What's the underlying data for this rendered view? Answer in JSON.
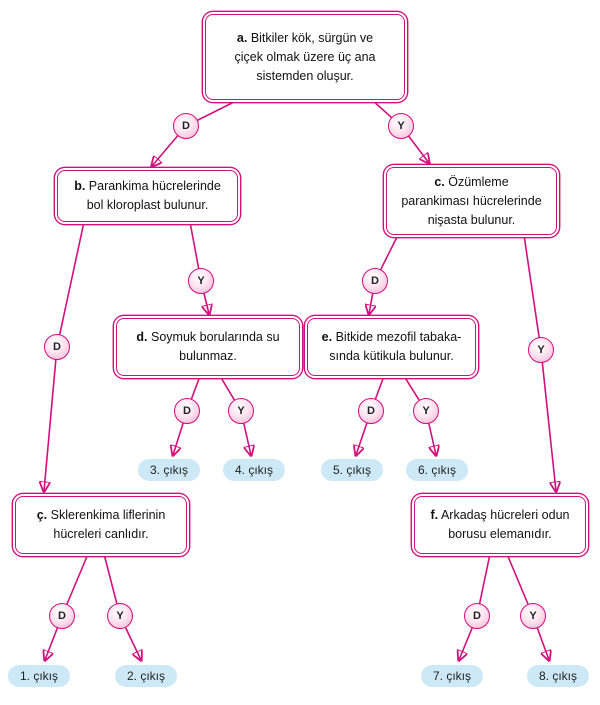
{
  "figure": {
    "type": "decision-tree",
    "background": "#ffffff"
  },
  "colors": {
    "accent": "#d2107c",
    "circle_fill": "#f4aed0",
    "exit_bg": "#cde9f7",
    "text": "#111111"
  },
  "branch_labels": {
    "D": "D",
    "Y": "Y"
  },
  "nodes": {
    "a": {
      "prefix": "a.",
      "text": "Bitkiler kök, sürgün ve\nçiçek olmak üzere üç ana\nsistemden oluşur."
    },
    "b": {
      "prefix": "b.",
      "text": "Parankima hücrelerinde\nbol kloroplast bulunur."
    },
    "c": {
      "prefix": "c.",
      "text": "Özümleme\nparankiması hücrelerinde\nnişasta bulunur."
    },
    "d": {
      "prefix": "d.",
      "text": "Soymuk borularında su\nbulunmaz."
    },
    "e": {
      "prefix": "e.",
      "text": "Bitkide mezofil tabaka-\nsında kütikula bulunur."
    },
    "cc": {
      "prefix": "ç.",
      "text": "Sklerenkima liflerinin\nhücreleri canlıdır."
    },
    "f": {
      "prefix": "f.",
      "text": "Arkadaş hücreleri odun\nborusu elemanıdır."
    }
  },
  "exits": [
    "1. çıkış",
    "2. çıkış",
    "3. çıkış",
    "4. çıkış",
    "5. çıkış",
    "6. çıkış",
    "7. çıkış",
    "8. çıkış"
  ]
}
